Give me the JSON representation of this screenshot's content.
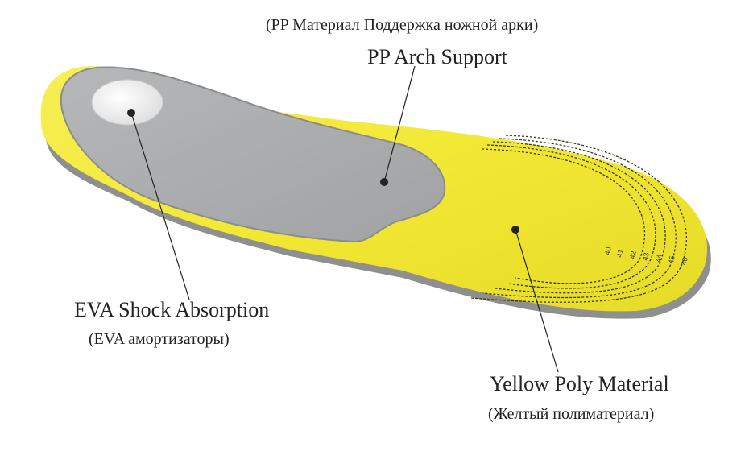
{
  "labels": {
    "arch_support_ru": "(PP Материал Поддержка ножной арки)",
    "arch_support_en": "PP Arch Support",
    "eva_en": "EVA Shock Absorption",
    "eva_ru": "(EVA амортизаторы)",
    "yellow_en": "Yellow Poly Material",
    "yellow_ru": "(Желтый полиматериал)"
  },
  "size_marks": [
    "40",
    "41",
    "42",
    "43",
    "44",
    "45",
    "46"
  ],
  "colors": {
    "insole_yellow": "#f4ea3a",
    "arch_gray": "#a9abad",
    "heel_pad": "#f2f2f2",
    "edge_gray": "#8d8d8d",
    "leader_line": "#222222"
  }
}
